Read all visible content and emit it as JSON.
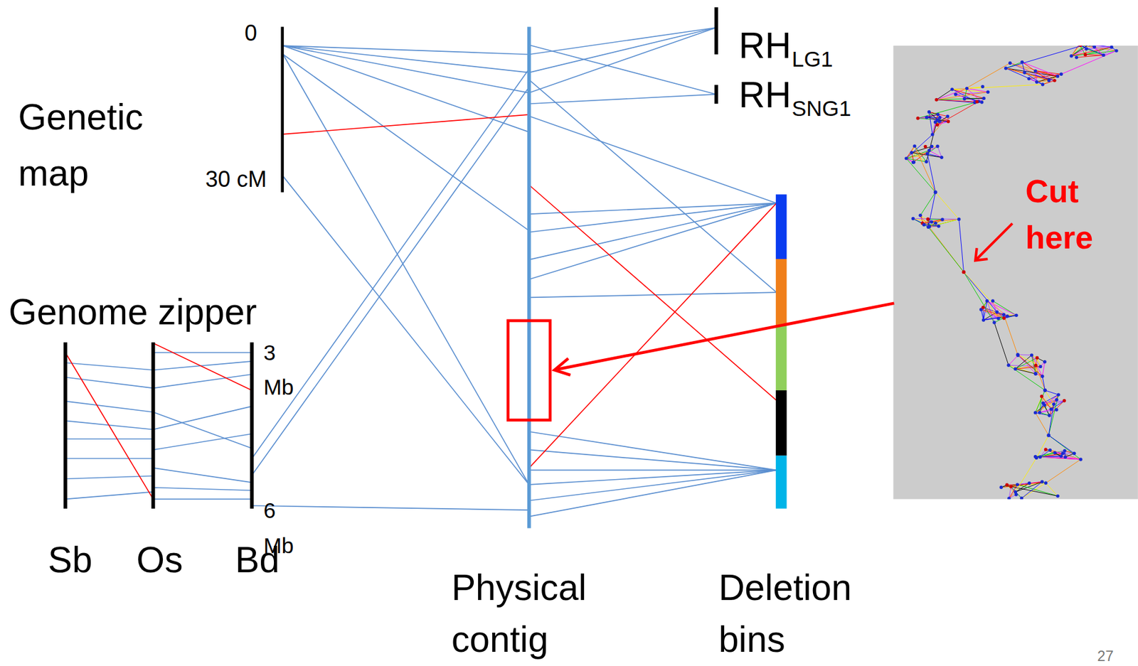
{
  "diagram": {
    "labels": [
      "Genetic map",
      "0",
      "30 cM",
      "RH",
      "LG1",
      "RH",
      "SNG1",
      "Cut here",
      "Genome zipper",
      "3 Mb",
      "6 Mb",
      "Sb",
      "Os",
      "Bd",
      "Physical contig",
      "Deletion bins",
      "27"
    ]
  }
}
